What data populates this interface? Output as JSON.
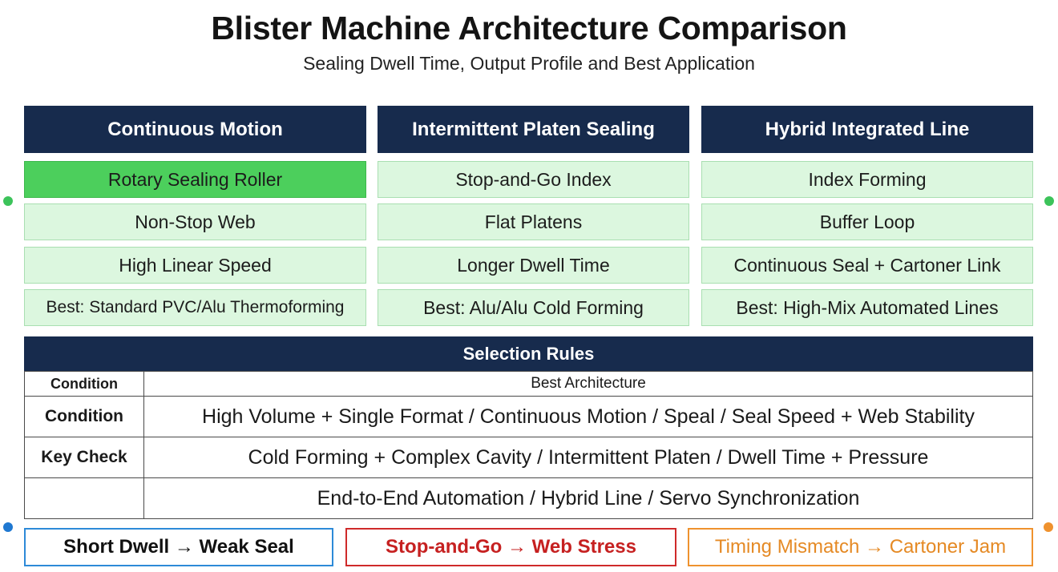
{
  "title": "Blister Machine Architecture Comparison",
  "subtitle": "Sealing Dwell Time, Output Profile and Best Application",
  "columns": [
    {
      "header": "Continuous Motion",
      "items": [
        "Rotary Sealing Roller",
        "Non-Stop Web",
        "High Linear Speed",
        "Best: Standard PVC/Alu Thermoforming"
      ]
    },
    {
      "header": "Intermittent Platen Sealing",
      "items": [
        "Stop-and-Go Index",
        "Flat Platens",
        "Longer Dwell Time",
        "Best: Alu/Alu Cold Forming"
      ]
    },
    {
      "header": "Hybrid Integrated Line",
      "items": [
        "Index Forming",
        "Buffer Loop",
        "Continuous Seal + Cartoner Link",
        "Best: High-Mix Automated Lines"
      ]
    }
  ],
  "selection_rules": {
    "title": "Selection Rules",
    "header": {
      "key": "Condition",
      "value": "Best Architecture"
    },
    "rows": [
      {
        "key": "Condition",
        "value": "High Volume + Single Format / Continuous Motion / Speal / Seal Speed + Web Stability"
      },
      {
        "key": "Key Check",
        "value": "Cold Forming + Complex Cavity / Intermittent Platen / Dwell Time + Pressure"
      },
      {
        "key": "",
        "value": "End-to-End Automation / Hybrid Line / Servo Synchronization"
      }
    ]
  },
  "warnings": [
    {
      "text": "Short Dwell → Weak Seal",
      "color": "#2d8ad8"
    },
    {
      "text": "Stop-and-Go → Web Stress",
      "color": "#cf2a2a"
    },
    {
      "text": "Timing Mismatch → Cartoner Jam",
      "color": "#ef922e"
    }
  ],
  "colors": {
    "header_navy": "#172b4d",
    "cell_green": "#dcf7df",
    "highlight_green": "#4ccf5c",
    "marker_green": "#3cc35a",
    "marker_blue": "#1f78d1",
    "marker_orange": "#ef922e"
  }
}
